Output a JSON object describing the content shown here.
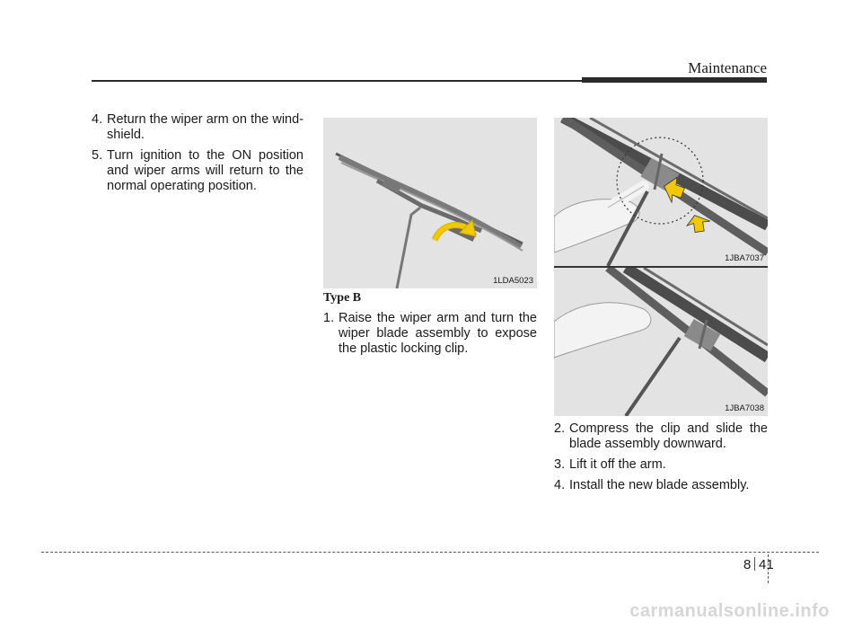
{
  "header": {
    "title": "Maintenance"
  },
  "column_left": {
    "steps": [
      {
        "num": "4.",
        "text": "Return the wiper arm on the wind-shield."
      },
      {
        "num": "5.",
        "text": "Turn ignition to the ON position and wiper arms will return to the normal operating position."
      }
    ]
  },
  "column_middle": {
    "figure_caption": "1LDA5023",
    "section_title": "Type B",
    "steps": [
      {
        "num": "1.",
        "text": "Raise the wiper arm and turn the wiper blade assembly to expose the plastic locking clip."
      }
    ]
  },
  "column_right": {
    "figure_top_caption": "1JBA7037",
    "figure_bottom_caption": "1JBA7038",
    "steps": [
      {
        "num": "2.",
        "text": "Compress the clip and slide the blade assembly downward."
      },
      {
        "num": "3.",
        "text": "Lift it off the arm."
      },
      {
        "num": "4.",
        "text": "Install the new blade assembly."
      }
    ]
  },
  "footer": {
    "chapter": "8",
    "page": "41",
    "watermark": "carmanualsonline.info"
  },
  "colors": {
    "arrow": "#f2c800",
    "figure_bg": "#e3e3e3",
    "rule": "#2a2a2a"
  }
}
